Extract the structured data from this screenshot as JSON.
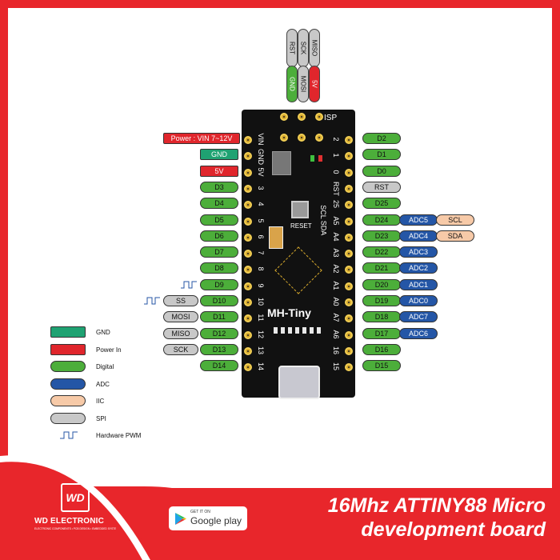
{
  "isp": {
    "label": "ISP",
    "top_pins": [
      "RST",
      "SCK",
      "MISO"
    ],
    "bottom_pins": [
      "GND",
      "MOSI",
      "5V"
    ],
    "top_colors": [
      "#c8c8c8",
      "#c8c8c8",
      "#c8c8c8"
    ],
    "bottom_colors": [
      "#4cae3a",
      "#c8c8c8",
      "#e0262c"
    ]
  },
  "board": {
    "name": "MH-Tiny",
    "reset_label": "RESET",
    "left_silk": [
      "VIN",
      "GND",
      "5V",
      "3",
      "4",
      "5",
      "6",
      "7",
      "8",
      "9",
      "10",
      "11",
      "12",
      "13",
      "14"
    ],
    "right_silk": [
      "2",
      "1",
      "0",
      "RST",
      "25",
      "A5",
      "A4",
      "A3",
      "A2",
      "A1",
      "A0",
      "A7",
      "A6",
      "16",
      "15"
    ],
    "right_silk2": [
      "SCL",
      "SDA"
    ]
  },
  "left_pins": [
    {
      "label": "Power : VIN 7~12V",
      "type": "power"
    },
    {
      "label": "GND",
      "type": "gnd"
    },
    {
      "label": "5V",
      "type": "power"
    },
    {
      "label": "D3",
      "type": "digital"
    },
    {
      "label": "D4",
      "type": "digital"
    },
    {
      "label": "D5",
      "type": "digital"
    },
    {
      "label": "D6",
      "type": "digital"
    },
    {
      "label": "D7",
      "type": "digital"
    },
    {
      "label": "D8",
      "type": "digital"
    },
    {
      "label": "D9",
      "type": "digital",
      "pwm": true
    },
    {
      "label": "D10",
      "type": "digital",
      "pwm": true,
      "spi": "SS"
    },
    {
      "label": "D11",
      "type": "digital",
      "spi": "MOSI"
    },
    {
      "label": "D12",
      "type": "digital",
      "spi": "MISO"
    },
    {
      "label": "D13",
      "type": "digital",
      "spi": "SCK"
    },
    {
      "label": "D14",
      "type": "digital"
    }
  ],
  "right_pins": [
    {
      "label": "D2"
    },
    {
      "label": "D1"
    },
    {
      "label": "D0"
    },
    {
      "label": "RST",
      "type": "spi"
    },
    {
      "label": "D25"
    },
    {
      "label": "D24",
      "adc": "ADC5",
      "iic": "SCL"
    },
    {
      "label": "D23",
      "adc": "ADC4",
      "iic": "SDA"
    },
    {
      "label": "D22",
      "adc": "ADC3"
    },
    {
      "label": "D21",
      "adc": "ADC2"
    },
    {
      "label": "D20",
      "adc": "ADC1"
    },
    {
      "label": "D19",
      "adc": "ADC0"
    },
    {
      "label": "D18",
      "adc": "ADC7"
    },
    {
      "label": "D17",
      "adc": "ADC6"
    },
    {
      "label": "D16"
    },
    {
      "label": "D15"
    }
  ],
  "legend": [
    {
      "label": "GND",
      "color": "#1fa272"
    },
    {
      "label": "Power In",
      "color": "#e0262c"
    },
    {
      "label": "Digital",
      "color": "#4cae3a"
    },
    {
      "label": "ADC",
      "color": "#2456a6"
    },
    {
      "label": "IIC",
      "color": "#f7caa8"
    },
    {
      "label": "SPI",
      "color": "#c8c8c8"
    },
    {
      "label": "Hardware PWM",
      "color": "none"
    }
  ],
  "brand": {
    "logo_text": "WD",
    "name": "WD ELECTRONIC",
    "tagline": "ELECTRONIC COMPONENTS • PCB DESIGN • EMBEDDED SYSTEM"
  },
  "store_badge": {
    "small": "GET IT ON",
    "big": "Google play"
  },
  "title": {
    "line1": "16Mhz ATTINY88 Micro",
    "line2": "development board"
  },
  "colors": {
    "frame": "#e8262b",
    "board": "#111111",
    "gold": "#d4a72c"
  }
}
